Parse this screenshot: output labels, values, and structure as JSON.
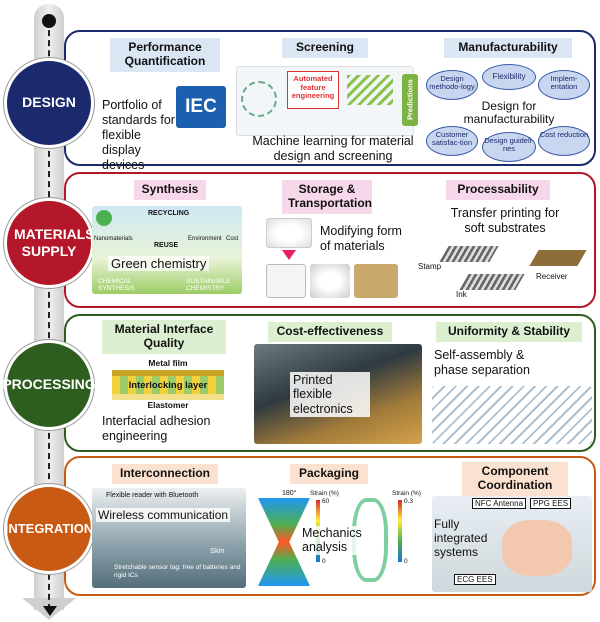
{
  "stages": {
    "design": "DESIGN",
    "materials_supply": "MATERIALS SUPPLY",
    "processing": "PROCESSING",
    "integration": "INTEGRATION"
  },
  "colors": {
    "design": "#1a2a6c",
    "materials_supply": "#b5172a",
    "processing": "#2e5e1f",
    "integration": "#c85a14",
    "design_header_bg": "#dbe6f5",
    "materials_header_bg": "#f7d8ea",
    "processing_header_bg": "#dcefd0",
    "integration_header_bg": "#fbe1cf"
  },
  "design": {
    "performance": {
      "title": "Performance Quantification",
      "text": "Portfolio of standards for flexible display devices",
      "logo": "IEC"
    },
    "screening": {
      "title": "Screening",
      "text": "Machine learning for material design and screening",
      "box_label": "Automated feature engineering",
      "predictions": "Predictions"
    },
    "manufacturability": {
      "title": "Manufacturability",
      "center": "Design for manufacturability",
      "bubbles": [
        "Design methodo-logy",
        "Flexibility",
        "Implem-entation",
        "Customer satisfac-tion",
        "Design guideli-nes",
        "Cost reduction"
      ]
    }
  },
  "materials": {
    "synthesis": {
      "title": "Synthesis",
      "text": "Green chemistry",
      "recycling": "RECYCLING",
      "reuse": "REUSE",
      "chemical": "CHEMICAL SYNTHESIS",
      "sustainable": "SUSTAINABLE CHEMISTRY",
      "nanomaterials": "Nanomaterials",
      "environment": "Environment",
      "cost": "Cost"
    },
    "storage": {
      "title": "Storage & Transportation",
      "text": "Modifying form of materials"
    },
    "processability": {
      "title": "Processability",
      "text": "Transfer printing for soft substrates",
      "stamp": "Stamp",
      "ink": "Ink",
      "receiver": "Receiver"
    }
  },
  "processing": {
    "interface": {
      "title": "Material Interface Quality",
      "metal": "Metal film",
      "layer": "Interlocking layer",
      "elastomer": "Elastomer",
      "text": "Interfacial adhesion engineering"
    },
    "cost": {
      "title": "Cost-effectiveness",
      "text": "Printed flexible electronics"
    },
    "uniformity": {
      "title": "Uniformity & Stability",
      "text": "Self-assembly & phase separation"
    }
  },
  "integration": {
    "interconnection": {
      "title": "Interconnection",
      "reader": "Flexible reader with Bluetooth",
      "text": "Wireless communication",
      "skin": "Skin",
      "tag": "Stretchable sensor tag: free of batteries and rigid ICs"
    },
    "packaging": {
      "title": "Packaging",
      "angle": "180°",
      "strain1": "Strain (%)",
      "strain1_max": "60",
      "strain1_min": "0",
      "strain2": "Strain (%)",
      "strain2_max": "0.3",
      "strain2_min": "0",
      "text": "Mechanics analysis"
    },
    "component": {
      "title": "Component Coordination",
      "nfc": "NFC Antenna",
      "ppg": "PPG EES",
      "ecg": "ECG EES",
      "text": "Fully integrated systems"
    }
  }
}
